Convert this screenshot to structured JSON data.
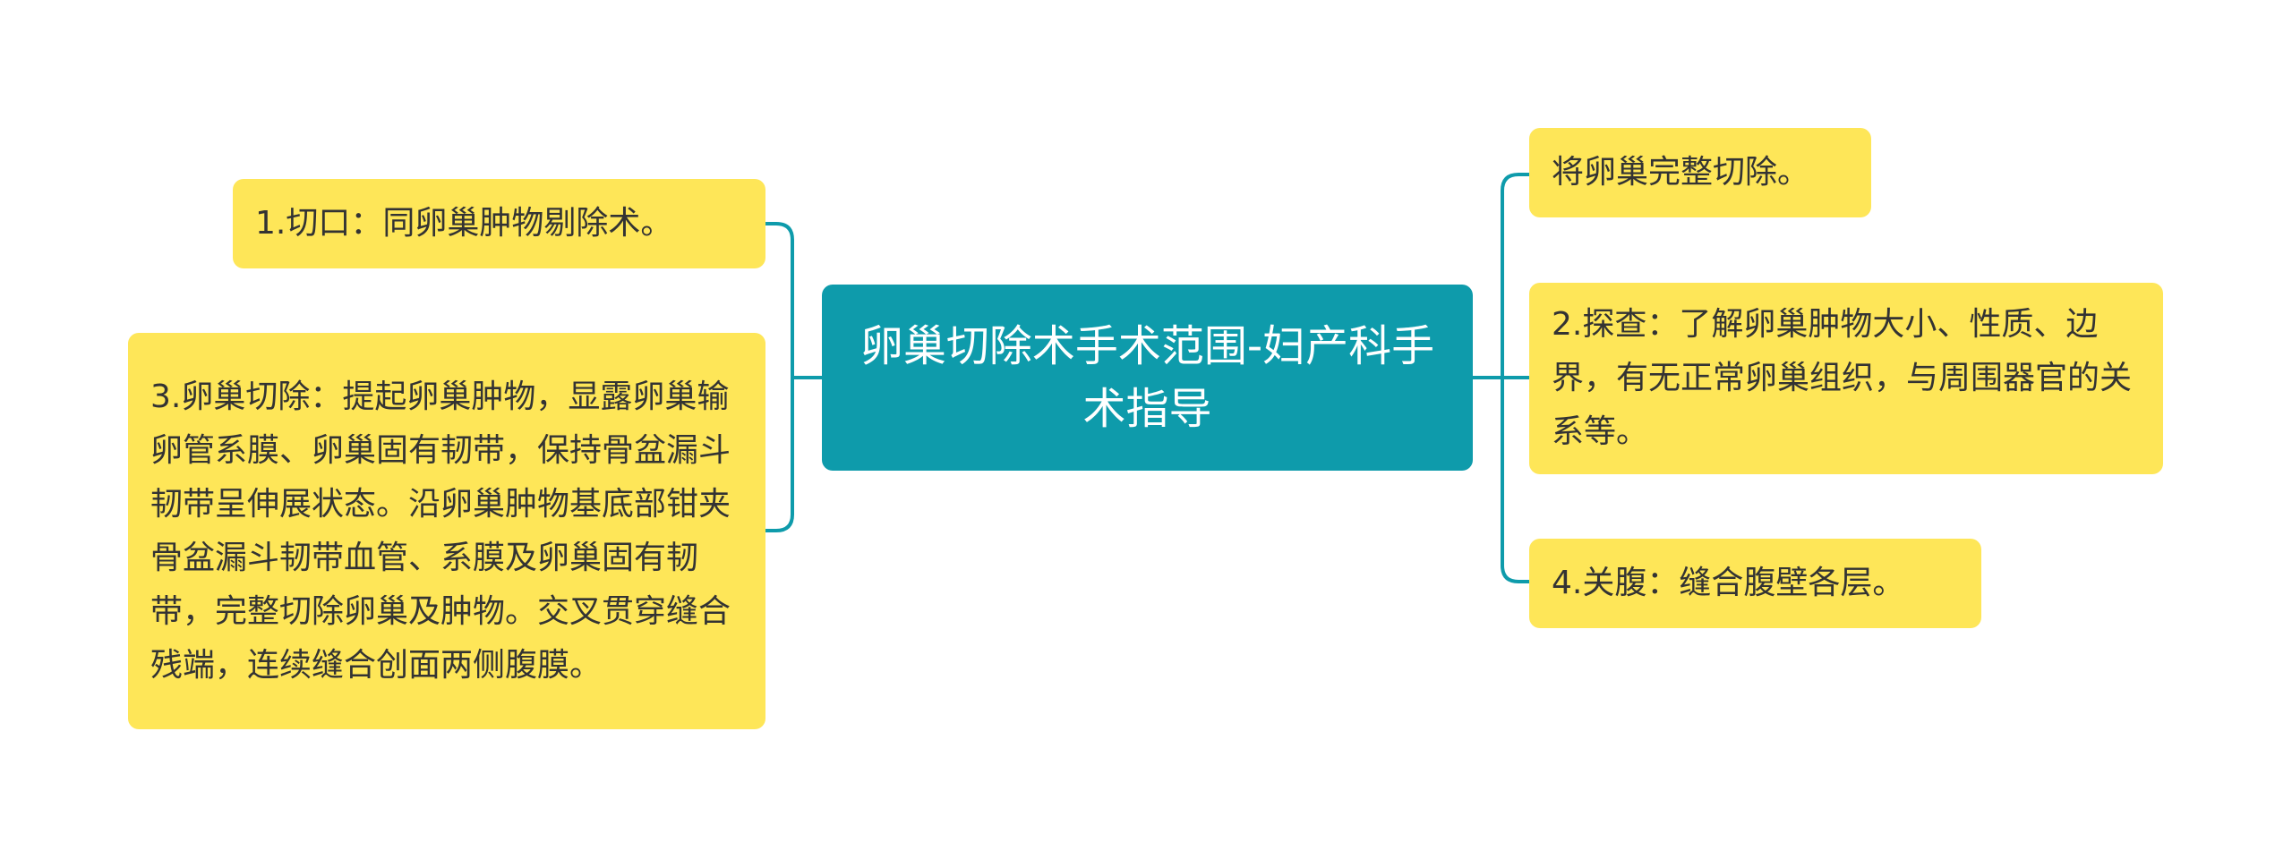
{
  "diagram": {
    "root": {
      "text": "卵巢切除术手术范围-妇产科手术指导"
    },
    "left_nodes": [
      {
        "text": "1.切口：同卵巢肿物剔除术。"
      },
      {
        "text": "3.卵巢切除：提起卵巢肿物，显露卵巢输卵管系膜、卵巢固有韧带，保持骨盆漏斗韧带呈伸展状态。沿卵巢肿物基底部钳夹骨盆漏斗韧带血管、系膜及卵巢固有韧带，完整切除卵巢及肿物。交叉贯穿缝合残端，连续缝合创面两侧腹膜。"
      }
    ],
    "right_nodes": [
      {
        "text": "将卵巢完整切除。"
      },
      {
        "text": "2.探查：了解卵巢肿物大小、性质、边界，有无正常卵巢组织，与周围器官的关系等。"
      },
      {
        "text": "4.关腹：缝合腹壁各层。"
      }
    ],
    "colors": {
      "root_fill": "#0e9bab",
      "leaf_fill": "#fee658",
      "connector": "#0e9bab"
    }
  }
}
